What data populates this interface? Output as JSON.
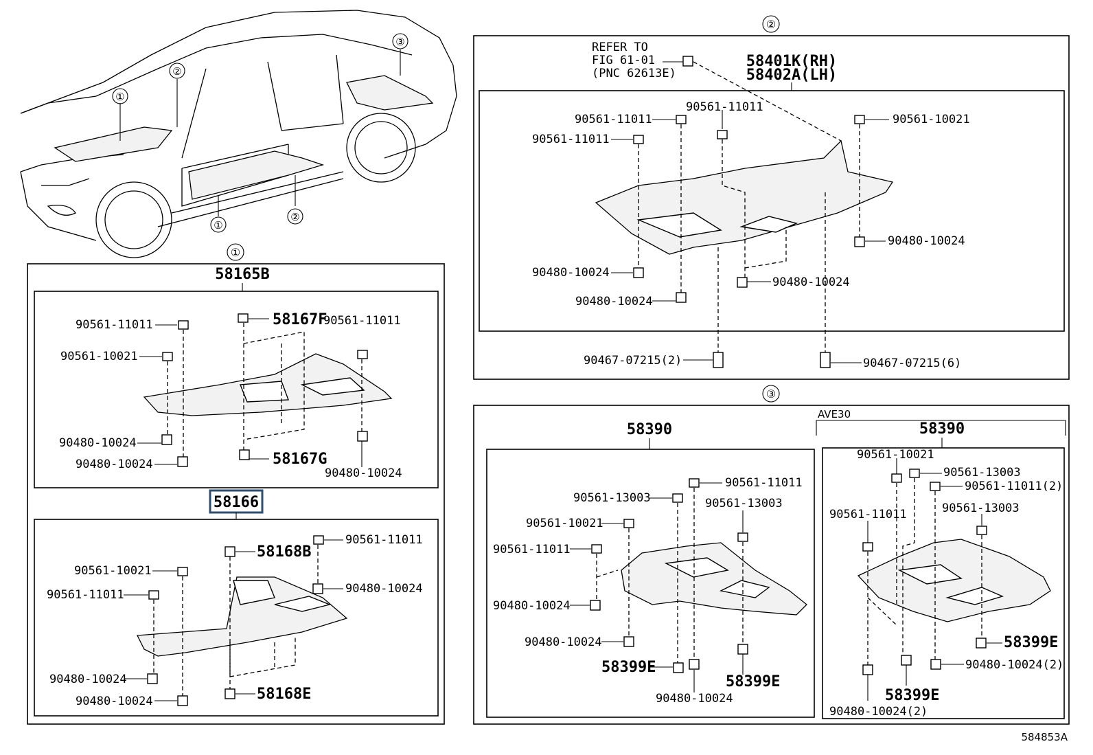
{
  "labels": {
    "callout_1": "①",
    "callout_2": "②",
    "callout_3": "③",
    "sec1_title": "58165B",
    "sec1_58167F": "58167F",
    "sec1_58167G": "58167G",
    "sec1_a_90561_11011": "90561-11011",
    "sec1_a_90561_10021": "90561-10021",
    "sec1_a_90561_11011_r": "90561-11011",
    "sec1_a_90480_10024_1": "90480-10024",
    "sec1_a_90480_10024_2": "90480-10024",
    "sec1_a_90480_10024_r": "90480-10024",
    "sec1_b_title": "58166",
    "sec1_58168B": "58168B",
    "sec1_58168E": "58168E",
    "sec1_b_90561_11011_r": "90561-11011",
    "sec1_b_90480_10024_r": "90480-10024",
    "sec1_b_90561_10021": "90561-10021",
    "sec1_b_90561_11011": "90561-11011",
    "sec1_b_90480_10024_1": "90480-10024",
    "sec1_b_90480_10024_2": "90480-10024",
    "sec2_refer_1": "REFER TO",
    "sec2_refer_2": "FIG 61-01",
    "sec2_refer_3": "(PNC 62613E)",
    "sec2_title_rh": "58401K(RH)",
    "sec2_title_lh": "58402A(LH)",
    "sec2_90561_11011_a": "90561-11011",
    "sec2_90561_11011_b": "90561-11011",
    "sec2_90561_11011_c": "90561-11011",
    "sec2_90561_10021": "90561-10021",
    "sec2_90480_10024_a": "90480-10024",
    "sec2_90480_10024_b": "90480-10024",
    "sec2_90480_10024_c": "90480-10024",
    "sec2_90480_10024_d": "90480-10024",
    "sec2_90467_2": "90467-07215(2)",
    "sec2_90467_6": "90467-07215(6)",
    "sec3_ave30": "AVE30",
    "sec3_left_title": "58390",
    "sec3_right_title": "58390",
    "sec3_l_90561_11011_a": "90561-11011",
    "sec3_l_90561_13003_a": "90561-13003",
    "sec3_l_90561_13003_b": "90561-13003",
    "sec3_l_90561_10021": "90561-10021",
    "sec3_l_90561_11011_b": "90561-11011",
    "sec3_l_90480_10024_a": "90480-10024",
    "sec3_l_90480_10024_b": "90480-10024",
    "sec3_l_90480_10024_c": "90480-10024",
    "sec3_l_58399E_a": "58399E",
    "sec3_l_58399E_b": "58399E",
    "sec3_r_90561_10021": "90561-10021",
    "sec3_r_90561_13003_a": "90561-13003",
    "sec3_r_90561_11011_2": "90561-11011(2)",
    "sec3_r_90561_11011": "90561-11011",
    "sec3_r_90561_13003_b": "90561-13003",
    "sec3_r_58399E_a": "58399E",
    "sec3_r_58399E_b": "58399E",
    "sec3_r_90480_10024_2a": "90480-10024(2)",
    "sec3_r_90480_10024_2b": "90480-10024(2)",
    "figure_id": "584853A"
  },
  "colors": {
    "ink": "#000000",
    "highlight_frame": "#2f4f6f",
    "background": "#ffffff"
  }
}
